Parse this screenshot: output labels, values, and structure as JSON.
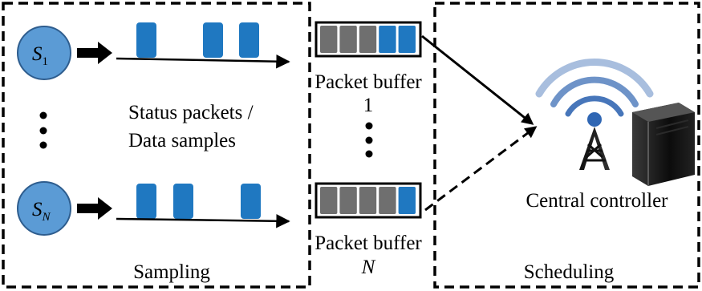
{
  "regions": {
    "sampling": {
      "label": "Sampling"
    },
    "scheduling": {
      "label": "Scheduling"
    }
  },
  "sources": {
    "first": {
      "symbol": "S",
      "subscript": "1"
    },
    "last": {
      "symbol": "S",
      "subscript": "N"
    }
  },
  "stream_caption": {
    "line1": "Status packets /",
    "line2": "Data samples"
  },
  "buffers": {
    "first": {
      "label": "Packet buffer",
      "index": "1",
      "slots_filled": 2,
      "slots_total": 5
    },
    "last": {
      "label": "Packet buffer",
      "index": "N",
      "slots_filled": 1,
      "slots_total": 5
    }
  },
  "controller": {
    "label": "Central controller"
  },
  "colors": {
    "source_fill": "#5b9bd5",
    "source_stroke": "#2e5d8e",
    "packet": "#1f78c1",
    "buffer_empty": "#6f6f6f",
    "buffer_filled": "#1f78c1",
    "wave": "#3d6fb6"
  },
  "icons": [
    "ellipsis-vertical-icon",
    "antenna-tower-icon",
    "server-icon",
    "wireless-signal-icon"
  ]
}
